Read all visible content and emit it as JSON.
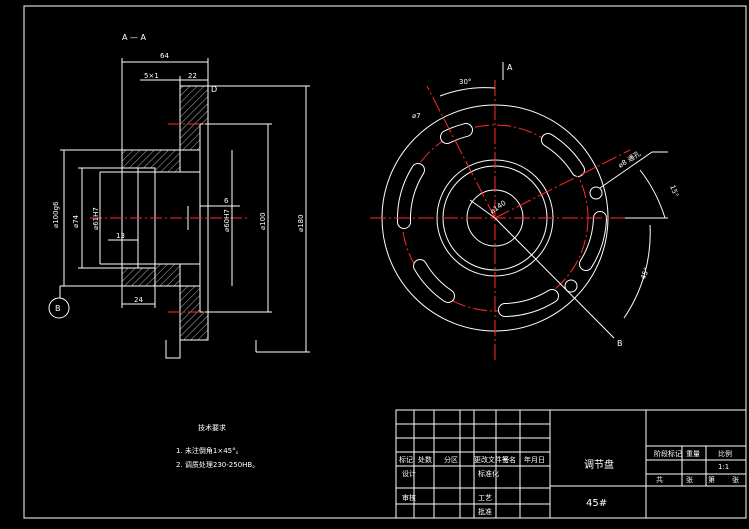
{
  "colors": {
    "background": "#000000",
    "line": "#ffffff",
    "centerline": "#ff2a2a",
    "hatch": "#ffffff"
  },
  "section_view": {
    "section_label": "A — A",
    "dims": {
      "overall_width": "64",
      "flange_width": "22",
      "chamfer": "5×1",
      "d_label": "D",
      "outer_dia_left": "⌀100g6",
      "inner_dia_74": "⌀74",
      "bore_dia_left": "⌀61H7",
      "step_13": "13",
      "step_6": "6",
      "hub_24": "24",
      "bore_dia_right": "⌀60H7",
      "dia_100": "⌀100",
      "dia_180": "⌀180"
    },
    "datum_b": "B"
  },
  "front_view": {
    "angle_30": "30°",
    "angle_15": "15°",
    "angle_45": "45°",
    "slot_dim": "⌀7",
    "hole_note": "⌀8 通孔",
    "center_dia": "⌀140",
    "label_a": "A",
    "label_b": "B"
  },
  "technical_requirements": {
    "title": "技术要求",
    "items": [
      "1. 未注倒角1×45°。",
      "2. 调质处理230-250HB。"
    ]
  },
  "title_block": {
    "part_name": "调节盘",
    "material": "45#",
    "row_labels": [
      "标记",
      "处数",
      "分区",
      "更改文件号",
      "签名",
      "年月日"
    ],
    "design_row": [
      "设计",
      "",
      "标准化",
      "",
      "阶段标记",
      "重量",
      "比例"
    ],
    "scale": "1:1",
    "check_row": [
      "审核"
    ],
    "process_row": [
      "工艺",
      "批准"
    ],
    "sheet_row": [
      "共",
      "张",
      "第",
      "张"
    ]
  }
}
